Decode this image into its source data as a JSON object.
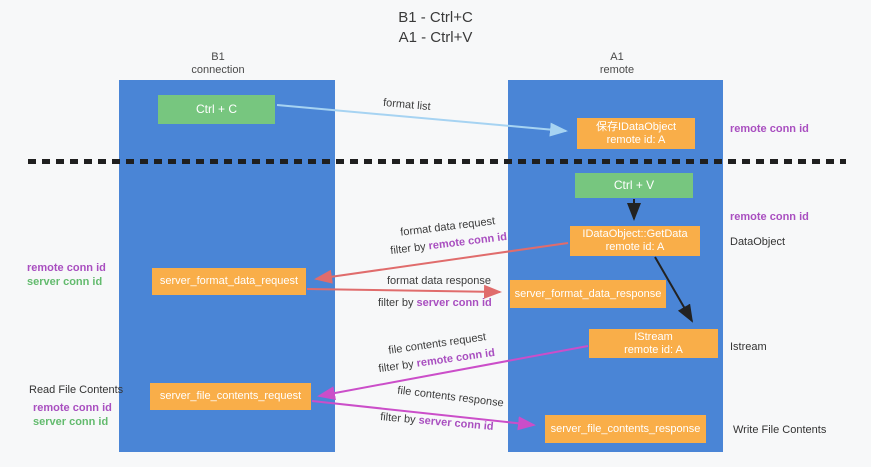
{
  "title": {
    "line1": "B1 - Ctrl+C",
    "line2": "A1 - Ctrl+V"
  },
  "lifelines": {
    "left": {
      "name": "B1",
      "role": "connection"
    },
    "right": {
      "name": "A1",
      "role": "remote"
    }
  },
  "nodes": {
    "ctrl_c": {
      "label": "Ctrl + C"
    },
    "ctrl_v": {
      "label": "Ctrl + V"
    },
    "save_idataobject": {
      "line1": "保存IDataObject",
      "line2": "remote id: A"
    },
    "getdata": {
      "line1": "IDataObject::GetData",
      "line2": "remote id: A"
    },
    "istream": {
      "line1": "IStream",
      "line2": "remote id: A"
    },
    "format_request": {
      "label": "server_format_data_request"
    },
    "format_response": {
      "label": "server_format_data_response"
    },
    "file_request": {
      "label": "server_file_contents_request"
    },
    "file_response": {
      "label": "server_file_contents_response"
    }
  },
  "conn_labels": {
    "remote": "remote conn id",
    "server": "server conn id"
  },
  "side_labels": {
    "dataobject": "DataObject",
    "istream": "Istream",
    "read_file_contents": "Read File Contents",
    "write_file_contents": "Write File Contents"
  },
  "flow_labels": {
    "format_list": "format list",
    "format_data_request": "format data request",
    "format_data_response": "format data response",
    "file_contents_request": "file contents request",
    "file_contents_response": "file contents response",
    "filter_by": "filter by"
  },
  "colors": {
    "background": "#f7f8f9",
    "lifeline_blue": "#4a85d6",
    "node_green": "#77c67f",
    "node_orange": "#f9ae49",
    "purple_text": "#a94fc0",
    "green_text": "#63bb6e",
    "arrow_lightblue": "#a6d3f2",
    "arrow_salmon": "#e06c6c",
    "arrow_magenta": "#cb4ec9",
    "arrow_black": "#222222"
  }
}
